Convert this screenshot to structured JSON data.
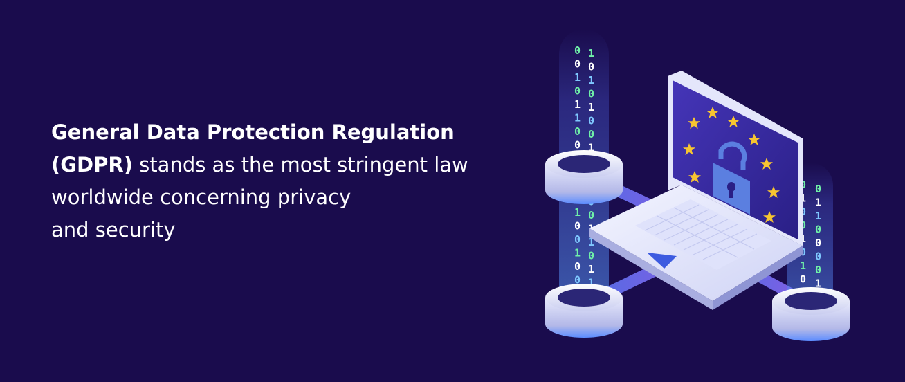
{
  "headline": {
    "line1_bold": "General Data Protection Regulation",
    "line2_bold": "(GDPR)",
    "line2_rest": " stands as the most stringent law",
    "line3": "worldwide concerning privacy",
    "line4": "and security"
  },
  "binary": {
    "column_left": "0010110010011001001",
    "column_right": "0100101001000100010",
    "column_left_b": "1010100111000110110",
    "column_right_b": "0110000110101110101"
  },
  "colors": {
    "background": "#1a0c4d",
    "text": "#ffffff",
    "screen": "#3d2fa8",
    "star": "#f7c531",
    "lock": "#5b7fe0",
    "digit_blue": "#7fc8ff",
    "digit_green": "#6ff0a8",
    "digit_white": "#ffffff"
  },
  "icons": {
    "lock": "padlock-icon",
    "star": "star-icon"
  }
}
